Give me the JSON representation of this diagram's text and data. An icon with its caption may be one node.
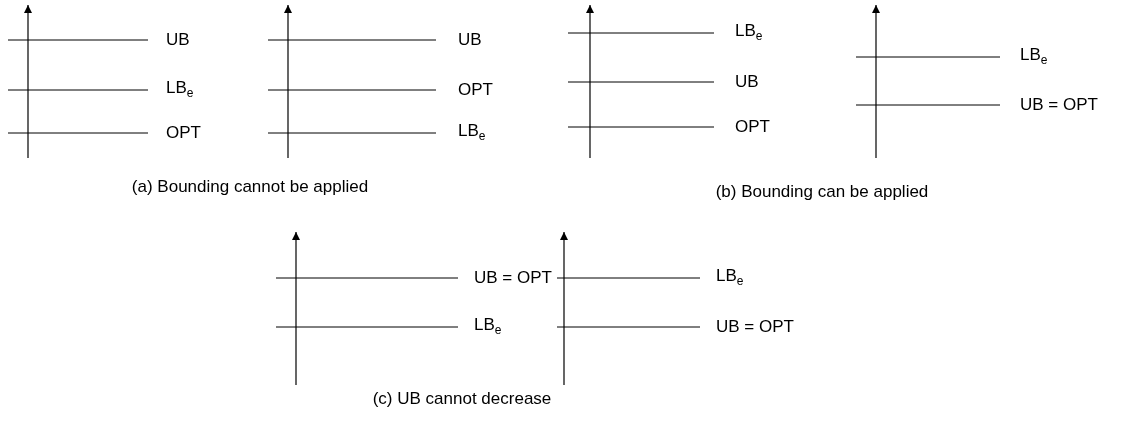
{
  "diagram": {
    "labels": [
      "UB",
      "LB$_{e}$",
      "OPT",
      "UB",
      "OPT",
      "LB$_{e}$",
      "LB$_{e}$",
      "UB",
      "OPT",
      "LB$_{e}$",
      "UB = OPT",
      "(a) Bounding cannot be applied",
      "(b) Bounding can be applied",
      "UB = OPT",
      "LB$_{e}$",
      "LB$_{e}$",
      "UB = OPT",
      "(c) UB cannot decrease"
    ]
  }
}
